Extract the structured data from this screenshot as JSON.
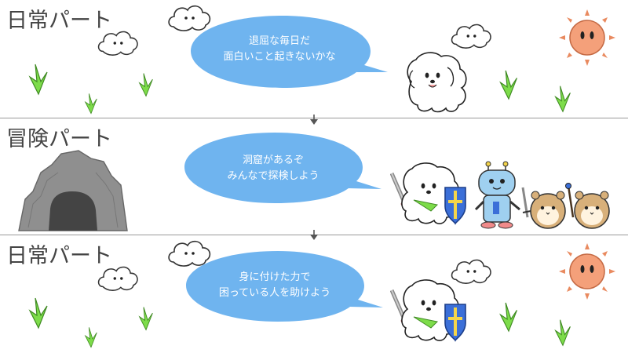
{
  "sections": [
    {
      "title": "日常パート",
      "speech": [
        "退屈な毎日だ",
        "面白いこと起きないかな"
      ]
    },
    {
      "title": "冒険パート",
      "speech": [
        "洞窟があるぞ",
        "みんなで探検しよう"
      ]
    },
    {
      "title": "日常パート",
      "speech": [
        "身に付けた力で",
        "困っている人を助けよう"
      ]
    }
  ],
  "colors": {
    "bubble": "#6fb4ef",
    "grass": "#7ddc4a",
    "sun": "#f4a07a",
    "cave": "#8a8a8a",
    "divider": "#999999"
  }
}
